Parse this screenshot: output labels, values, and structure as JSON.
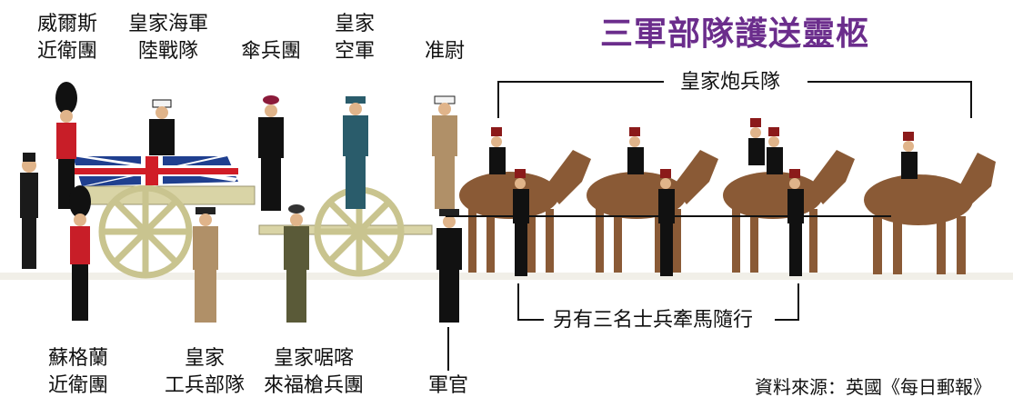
{
  "title": "三軍部隊護送靈柩",
  "top_labels": [
    {
      "lines": [
        "威爾斯",
        "近衛團"
      ]
    },
    {
      "lines": [
        "皇家海軍",
        "陸戰隊"
      ]
    },
    {
      "lines": [
        "傘兵團"
      ]
    },
    {
      "lines": [
        "皇家",
        "空軍"
      ]
    },
    {
      "lines": [
        "准尉"
      ]
    }
  ],
  "bottom_labels": [
    {
      "lines": [
        "蘇格蘭",
        "近衛團"
      ]
    },
    {
      "lines": [
        "皇家",
        "工兵部隊"
      ]
    },
    {
      "lines": [
        "皇家啹喀",
        "來福槍兵團"
      ]
    },
    {
      "lines": [
        "軍官"
      ]
    }
  ],
  "artillery_label": "皇家炮兵隊",
  "escort_label": "另有三名士兵牽馬隨行",
  "source": "資料來源：英國《每日郵報》",
  "colors": {
    "title": "#6b2d8c",
    "horse": "#8a5a36",
    "guards_red": "#c81e28",
    "raf_blue": "#2a5c6b",
    "army_khaki": "#b09068",
    "gurkha_green": "#5a5a38",
    "gun_carriage": "#d9d4a6",
    "flag_blue": "#1f3f8f",
    "flag_red": "#d01c26"
  }
}
